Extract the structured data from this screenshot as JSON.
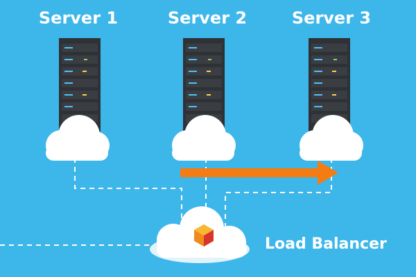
{
  "servers": [
    {
      "label": "Server 1"
    },
    {
      "label": "Server 2"
    },
    {
      "label": "Server 3"
    }
  ],
  "load_balancer": {
    "label": "Load Balancer"
  },
  "colors": {
    "background": "#3db6e9",
    "cloud": "#ffffff",
    "rack": "#2e3135",
    "arrow": "#f57c12",
    "connector": "#ffffff",
    "cube": "#f0a21d"
  },
  "icons": {
    "server": "server-rack-icon",
    "cloud": "cloud-icon",
    "balancer": "cube-icon",
    "arrow": "arrow-right-icon"
  }
}
